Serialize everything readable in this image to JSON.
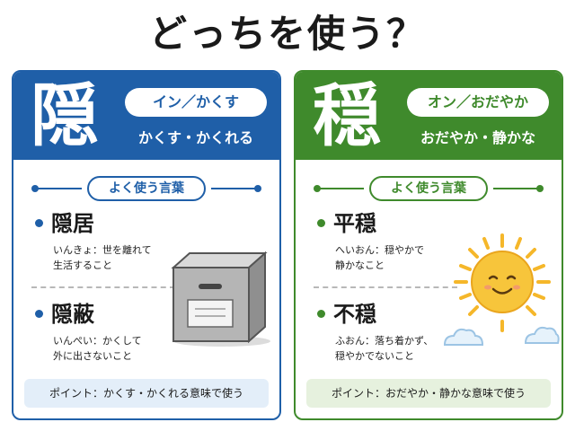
{
  "title": "どっちを使う？",
  "cards": [
    {
      "kanji": "隠",
      "reading": "イン／かくす",
      "meaning": "かくす・かくれる",
      "section_label": "よく使う言葉",
      "words": [
        {
          "word": "隠居",
          "desc_line1": "いんきょ：世を離れて",
          "desc_line2": "生活すること"
        },
        {
          "word": "隠蔽",
          "desc_line1": "いんぺい：かくして",
          "desc_line2": "外に出さないこと"
        }
      ],
      "point": "ポイント：かくす・かくれる意味で使う",
      "illustration": "box-icon",
      "accent": "#1f5fa8"
    },
    {
      "kanji": "穏",
      "reading": "オン／おだやか",
      "meaning": "おだやか・静かな",
      "section_label": "よく使う言葉",
      "words": [
        {
          "word": "平穏",
          "desc_line1": "へいおん：穏やかで",
          "desc_line2": "静かなこと"
        },
        {
          "word": "不穏",
          "desc_line1": "ふおん：落ち着かず、",
          "desc_line2": "穏やかでないこと"
        }
      ],
      "point": "ポイント：おだやか・静かな意味で使う",
      "illustration": "smiling-sun-icon",
      "accent": "#3f8a2c"
    }
  ]
}
